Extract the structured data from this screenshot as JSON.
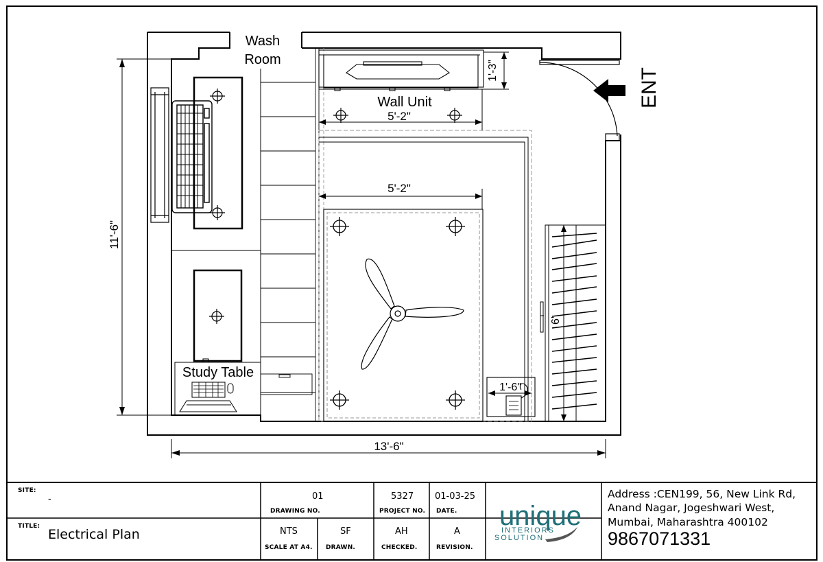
{
  "plan": {
    "labels": {
      "wash_room_1": "Wash",
      "wash_room_2": "Room",
      "wall_unit": "Wall Unit",
      "ent": "ENT",
      "study_table": "Study Table",
      "dim_height": "11'-6\"",
      "dim_width": "13'-6\"",
      "dim_tv_depth": "1'-3\"",
      "dim_wall_unit": "5'-2\"",
      "dim_bed": "5'-2\"",
      "dim_wardrobe": "6'",
      "dim_side": "1'-6\""
    }
  },
  "title_block": {
    "site_label": "SITE:",
    "site_value": "-",
    "title_label": "TITLE:",
    "title_value": "Electrical Plan",
    "drawing_no_value": "01",
    "drawing_no_label": "DRAWING NO.",
    "project_no_value": "5327",
    "project_no_label": "PROJECT NO.",
    "date_value": "01-03-25",
    "date_label": "DATE.",
    "scale_value": "NTS",
    "scale_label": "SCALE AT A4.",
    "drawn_value": "SF",
    "drawn_label": "DRAWN.",
    "checked_value": "AH",
    "checked_label": "CHECKED.",
    "revision_value": "A",
    "revision_label": "REVISION.",
    "logo_word": "unique",
    "logo_line1": "INTERIORS",
    "logo_line2": "SOLUTION",
    "address_line1": "Address :CEN199, 56, New Link Rd,",
    "address_line2": "Anand Nagar, Jogeshwari West,",
    "address_line3": "Mumbai, Maharashtra 400102",
    "phone": "9867071331"
  },
  "colors": {
    "line": "#000000",
    "logo": "#1f6f78",
    "dashed": "#999999"
  }
}
